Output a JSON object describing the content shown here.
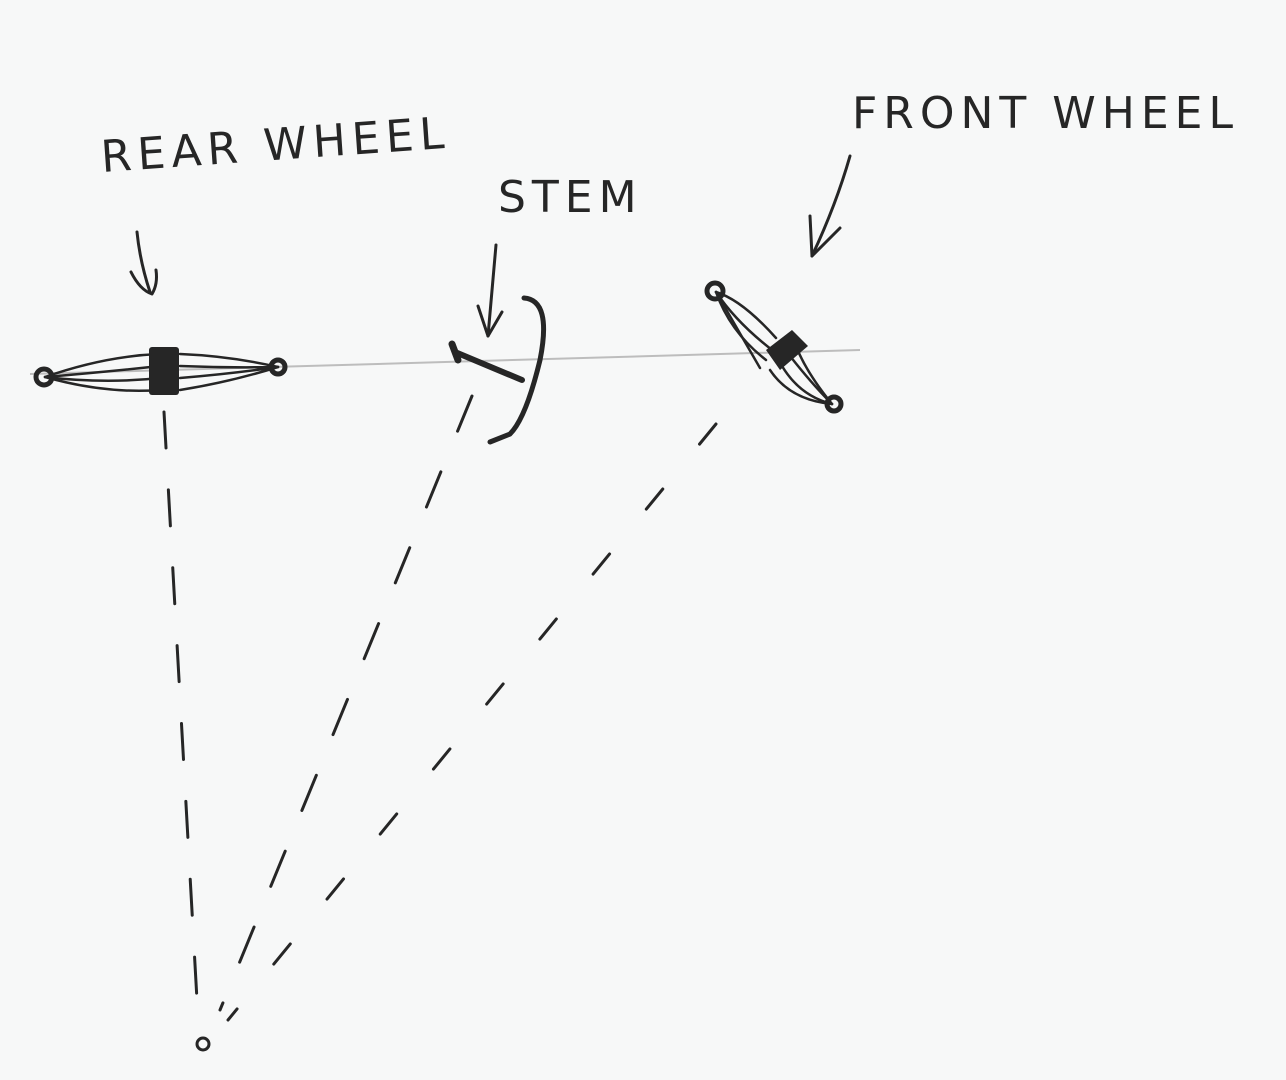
{
  "labels": {
    "rear_wheel": "REAR WHEEL",
    "stem": "STEM",
    "front_wheel": "FRONT WHEEL"
  },
  "colors": {
    "ink": "#262626",
    "paper": "#f7f8f8",
    "pencil_line": "#bdbdbd"
  }
}
